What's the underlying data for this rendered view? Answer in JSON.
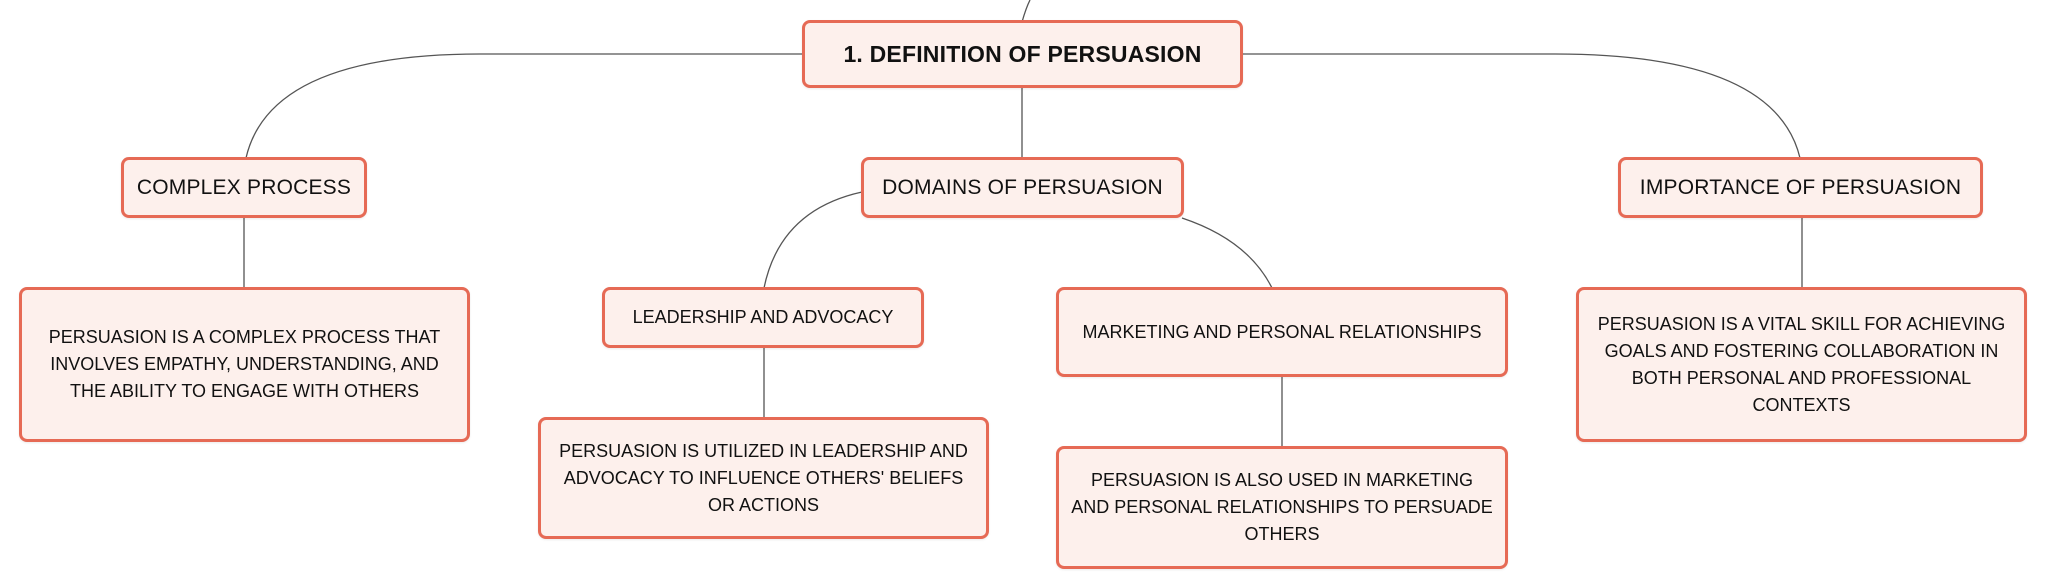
{
  "colors": {
    "node_border": "#e66a55",
    "node_fill": "#fdf0ec",
    "connector": "#555555",
    "text": "#111111"
  },
  "root": {
    "label": "1. DEFINITION OF PERSUASION"
  },
  "branches": [
    {
      "label": "COMPLEX PROCESS",
      "detail": "PERSUASION IS A COMPLEX PROCESS THAT INVOLVES EMPATHY, UNDERSTANDING, AND THE ABILITY TO ENGAGE WITH OTHERS"
    },
    {
      "label": "DOMAINS OF PERSUASION",
      "children": [
        {
          "label": "LEADERSHIP AND ADVOCACY",
          "detail": "PERSUASION IS UTILIZED IN LEADERSHIP AND ADVOCACY TO INFLUENCE OTHERS' BELIEFS OR ACTIONS"
        },
        {
          "label": "MARKETING AND PERSONAL RELATIONSHIPS",
          "detail": "PERSUASION IS ALSO USED IN MARKETING AND PERSONAL RELATIONSHIPS TO PERSUADE OTHERS"
        }
      ]
    },
    {
      "label": "IMPORTANCE OF PERSUASION",
      "detail": "PERSUASION IS A VITAL SKILL FOR ACHIEVING GOALS AND FOSTERING COLLABORATION IN BOTH PERSONAL AND PROFESSIONAL CONTEXTS"
    }
  ]
}
